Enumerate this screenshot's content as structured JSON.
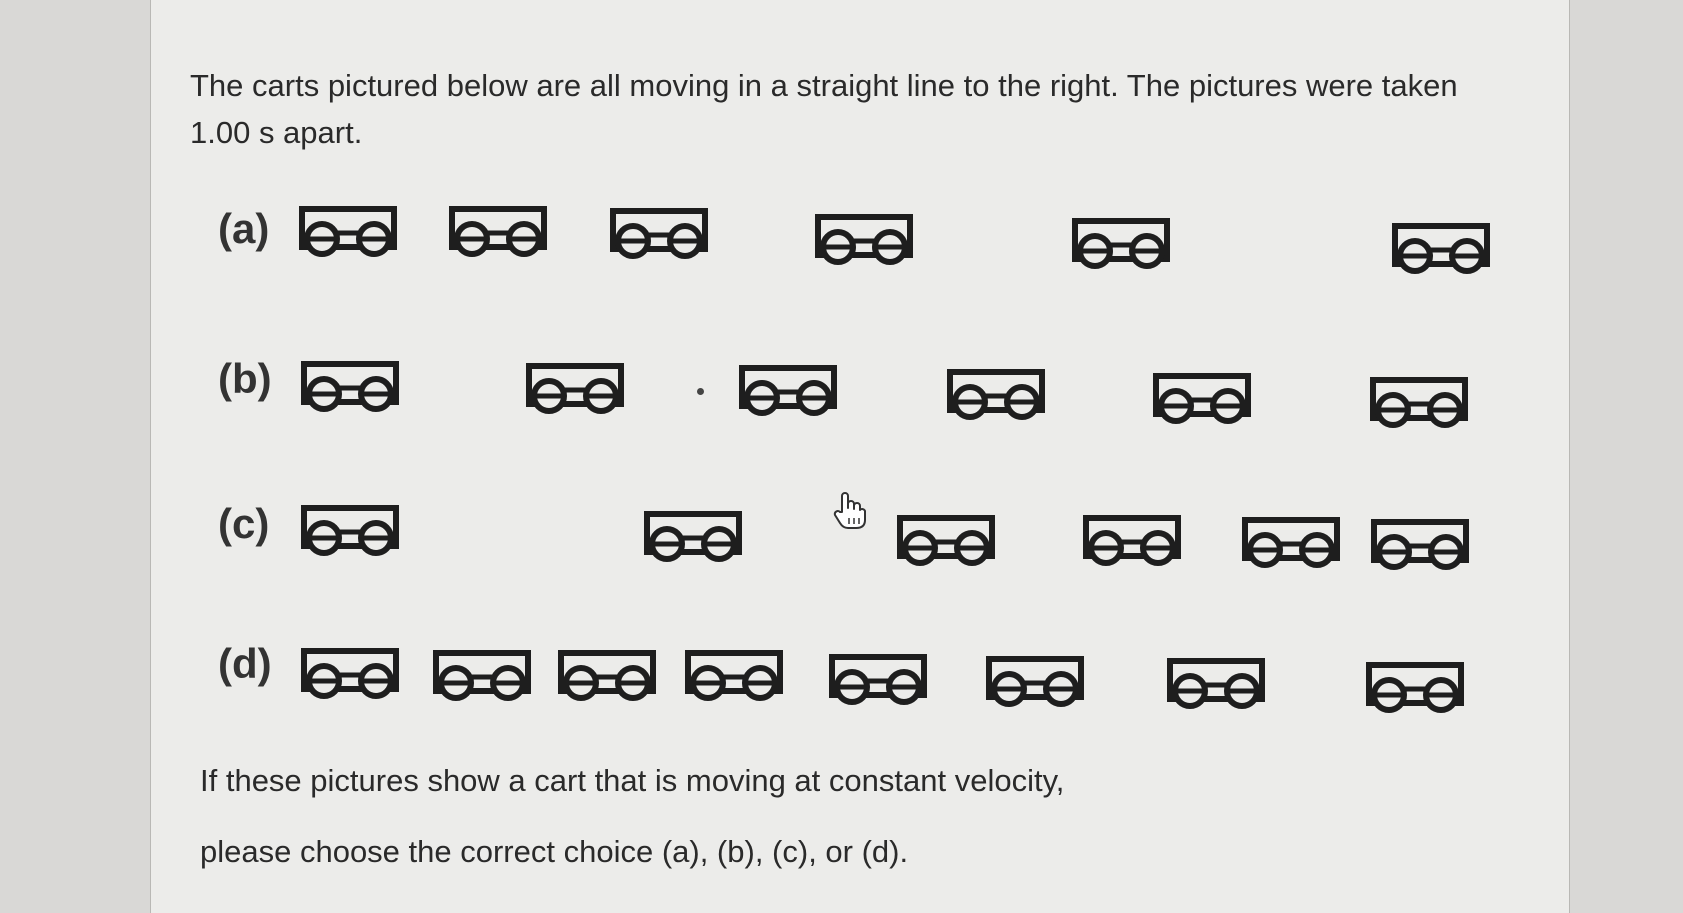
{
  "intro": "The carts pictured below are all moving in a straight line to the right. The pictures were taken 1.00 s apart.",
  "rows": [
    {
      "label": "(a)"
    },
    {
      "label": "(b)"
    },
    {
      "label": "(c)"
    },
    {
      "label": "(d)"
    }
  ],
  "question_line1": "If these pictures show a cart that is moving at constant velocity,",
  "question_line2": "please choose the correct choice (a), (b), (c), or (d).",
  "icons": {
    "cart": "cart-icon",
    "cursor": "hand-cursor-icon"
  }
}
